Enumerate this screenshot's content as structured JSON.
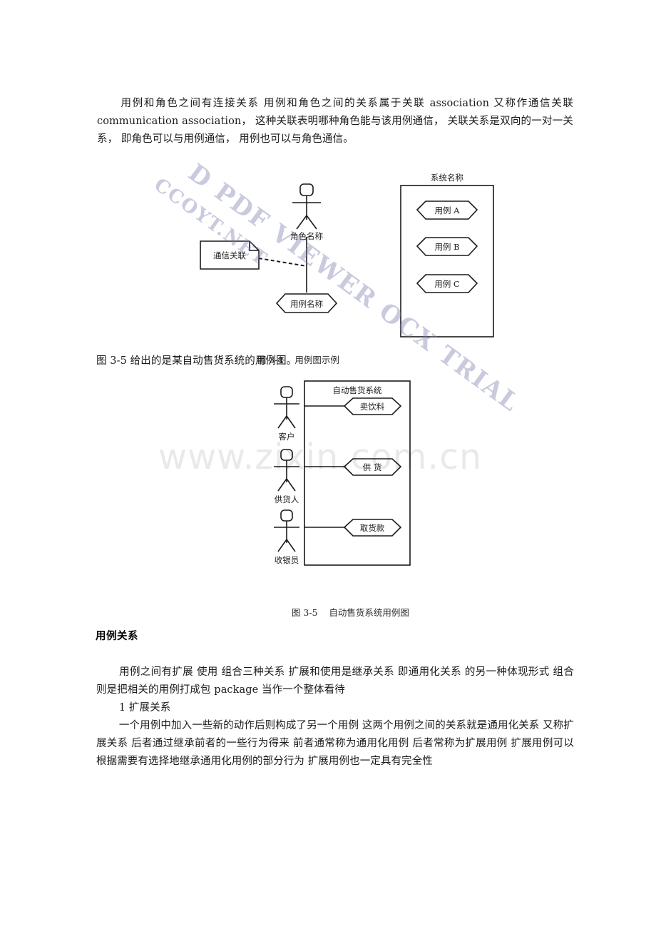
{
  "document": {
    "paragraph_1": "用例和角色之间有连接关系  用例和角色之间的关系属于关联  association  又称作通信关联  communication association，  这种关联表明哪种角色能与该用例通信，  关联关系是双向的一对一关系，  即角色可以与用例通信，  用例也可以与角色通信。",
    "figure_3_4_caption": "图 3-4    用例图示例",
    "sentence_after_fig34": "图 3-5 给出的是某自动售货系统的用例图。",
    "figure_3_5_caption": "图 3-5    自动售货系统用例图",
    "section_heading": "用例关系",
    "paragraph_2": "用例之间有扩展  使用  组合三种关系  扩展和使用是继承关系  即通用化关系  的另一种体现形式  组合则是把相关的用例打成包  package  当作一个整体看待",
    "list_item_1": "1  扩展关系",
    "paragraph_3": "一个用例中加入一些新的动作后则构成了另一个用例  这两个用例之间的关系就是通用化关系  又称扩展关系  后者通过继承前者的一些行为得来  前者通常称为通用化用例  后者常称为扩展用例  扩展用例可以根据需要有选择地继承通用化用例的部分行为  扩展用例也一定具有完全性"
  },
  "figure_3_4": {
    "actor_label": "角色名称",
    "note_label": "通信关联",
    "use_case_label": "用例名称",
    "system_title": "系统名称",
    "system_use_cases": [
      "用例 A",
      "用例 B",
      "用例 C"
    ]
  },
  "figure_3_5": {
    "system_title": "自动售货系统",
    "actors": [
      "客户",
      "供货人",
      "收银员"
    ],
    "use_cases": [
      "卖饮料",
      "供  货",
      "取货款"
    ]
  },
  "watermarks": {
    "diagonal_line_1": "CCOYT.NET",
    "diagonal_line_2": "D PDF VIEWER OCX TRIAL",
    "center": "www.zixin.com.cn"
  },
  "colors": {
    "text": "#1a1a1a",
    "diagram_stroke": "#1b1b1b",
    "watermark_diagonal": "#787aaa",
    "watermark_center": "#d9d9d9"
  }
}
